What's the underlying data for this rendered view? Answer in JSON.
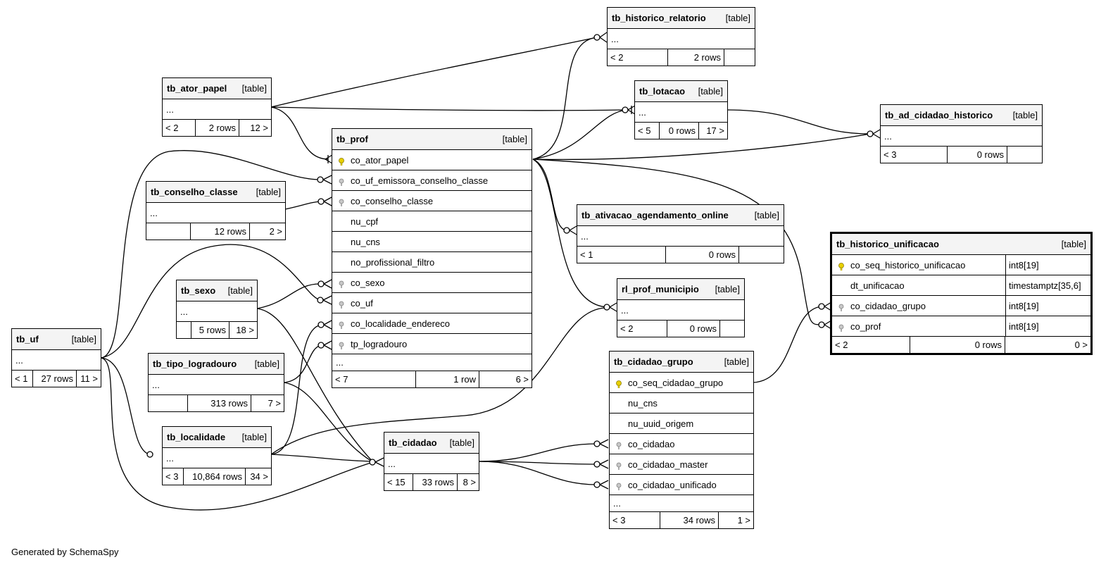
{
  "footer": "Generated by SchemaSpy",
  "type_tag": "[table]",
  "ellipsis": "...",
  "tables": {
    "tb_historico_relatorio": {
      "name": "tb_historico_relatorio",
      "foot": [
        "< 2",
        "2 rows",
        ""
      ]
    },
    "tb_ator_papel": {
      "name": "tb_ator_papel",
      "foot": [
        "< 2",
        "2 rows",
        "12 >"
      ]
    },
    "tb_lotacao": {
      "name": "tb_lotacao",
      "foot": [
        "< 5",
        "0 rows",
        "17 >"
      ]
    },
    "tb_ad_cidadao_historico": {
      "name": "tb_ad_cidadao_historico",
      "foot": [
        "< 3",
        "0 rows",
        ""
      ]
    },
    "tb_prof": {
      "name": "tb_prof",
      "foot": [
        "< 7",
        "1 row",
        "6 >"
      ],
      "columns": [
        "co_ator_papel",
        "co_uf_emissora_conselho_classe",
        "co_conselho_classe",
        "nu_cpf",
        "nu_cns",
        "no_profissional_filtro",
        "co_sexo",
        "co_uf",
        "co_localidade_endereco",
        "tp_logradouro"
      ]
    },
    "tb_conselho_classe": {
      "name": "tb_conselho_classe",
      "foot": [
        "",
        "12 rows",
        "2 >"
      ]
    },
    "tb_ativacao_agendamento_online": {
      "name": "tb_ativacao_agendamento_online",
      "foot": [
        "< 1",
        "0 rows",
        ""
      ]
    },
    "tb_historico_unificacao": {
      "name": "tb_historico_unificacao",
      "foot": [
        "< 2",
        "0 rows",
        "0 >"
      ],
      "columns": [
        "co_seq_historico_unificacao",
        "dt_unificacao",
        "co_cidadao_grupo",
        "co_prof"
      ],
      "types": [
        "int8[19]",
        "timestamptz[35,6]",
        "int8[19]",
        "int8[19]"
      ]
    },
    "tb_sexo": {
      "name": "tb_sexo",
      "foot": [
        "",
        "5 rows",
        "18 >"
      ]
    },
    "rl_prof_municipio": {
      "name": "rl_prof_municipio",
      "foot": [
        "< 2",
        "0 rows",
        ""
      ]
    },
    "tb_uf": {
      "name": "tb_uf",
      "foot": [
        "< 1",
        "27 rows",
        "11 >"
      ]
    },
    "tb_tipo_logradouro": {
      "name": "tb_tipo_logradouro",
      "foot": [
        "",
        "313 rows",
        "7 >"
      ]
    },
    "tb_cidadao_grupo": {
      "name": "tb_cidadao_grupo",
      "foot": [
        "< 3",
        "34 rows",
        "1 >"
      ],
      "columns": [
        "co_seq_cidadao_grupo",
        "nu_cns",
        "nu_uuid_origem",
        "co_cidadao",
        "co_cidadao_master",
        "co_cidadao_unificado"
      ]
    },
    "tb_localidade": {
      "name": "tb_localidade",
      "foot": [
        "< 3",
        "10,864 rows",
        "34 >"
      ]
    },
    "tb_cidadao": {
      "name": "tb_cidadao",
      "foot": [
        "< 15",
        "33 rows",
        "8 >"
      ]
    }
  },
  "colors": {
    "primary_key": "#e8d000",
    "foreign_key": "#a0a0a0",
    "header_bg": "#f4f4f4"
  }
}
